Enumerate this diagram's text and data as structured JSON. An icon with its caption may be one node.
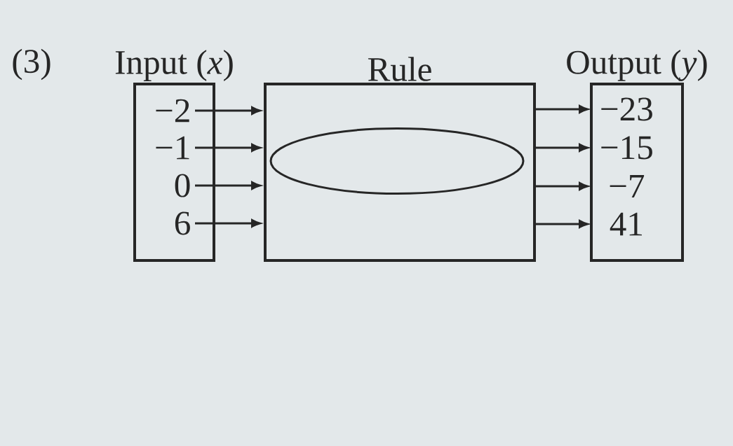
{
  "diagram": {
    "nodes": [
      {
        "text": [
          "Input (*x*)"
        ]
      },
      {
        "text": [
          "−2"
        ],
        "in": 0
      },
      {
        "text": [
          "−1"
        ],
        "in": 0
      },
      {
        "text": [
          "0"
        ],
        "in": 0
      },
      {
        "text": [
          "6"
        ],
        "in": 0
      },
      {
        "text": [
          "Rule"
        ]
      },
      {
        "text": [],
        "shape": "ellipse",
        "in": 5
      },
      {
        "text": [
          "Output (*y*)"
        ]
      },
      {
        "text": [
          "−23"
        ],
        "in": 7
      },
      {
        "text": [
          "−15"
        ],
        "in": 7
      },
      {
        "text": [
          "−7"
        ],
        "in": 7
      },
      {
        "text": [
          "41"
        ],
        "in": 7
      }
    ],
    "edges": [
      {
        "from": 1,
        "to": 5,
        "arrow": "to"
      },
      {
        "from": 2,
        "to": 5,
        "arrow": "to"
      },
      {
        "from": 3,
        "to": 5,
        "arrow": "to"
      },
      {
        "from": 4,
        "to": 5,
        "arrow": "to"
      },
      {
        "from": 5,
        "to": 8,
        "arrow": "to"
      },
      {
        "from": 5,
        "to": 9,
        "arrow": "to"
      },
      {
        "from": 5,
        "to": 10,
        "arrow": "to"
      },
      {
        "from": 5,
        "to": 11,
        "arrow": "to"
      }
    ],
    "labels": [
      "(3)"
    ]
  }
}
